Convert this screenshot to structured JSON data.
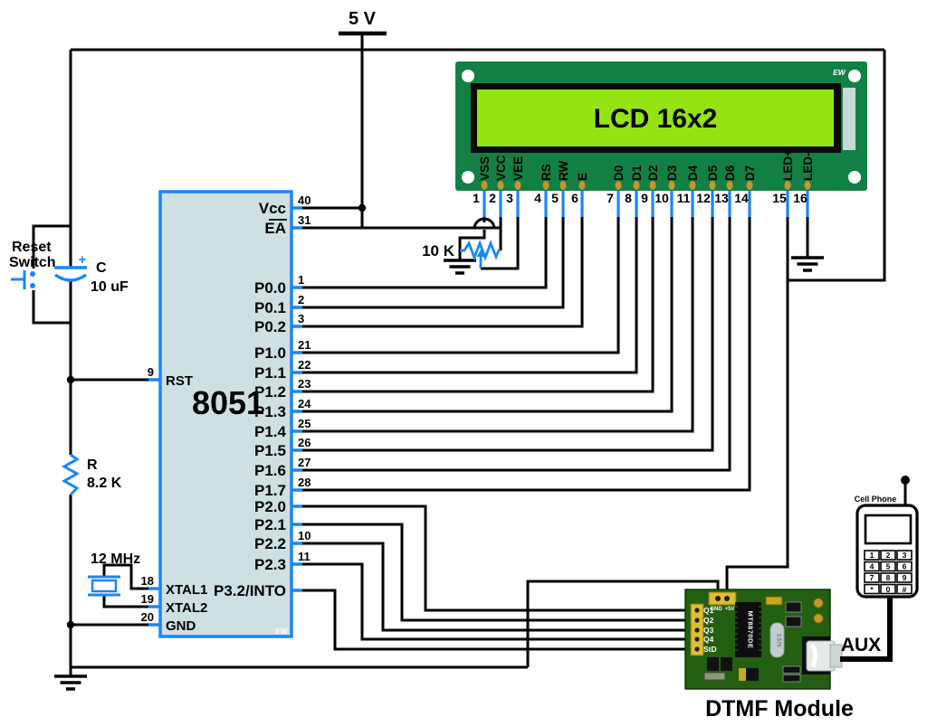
{
  "colors": {
    "wire_black": "#000000",
    "accent_blue": "#1a86f7",
    "mcu_fill": "#cfe0e2",
    "lcd_board_green": "#128044",
    "lcd_screen_green": "#94e414",
    "lcd_strip_gray": "#c9d9d9",
    "pin_gold": "#c5962b",
    "dtmf_board_green": "#225f10",
    "header_yellow": "#ddbe2e"
  },
  "power": {
    "label": "5 V"
  },
  "reset_switch": {
    "line1": "Reset",
    "line2": "Switch"
  },
  "capacitor": {
    "name": "C",
    "value": "10 uF",
    "polarity": "+"
  },
  "resistor": {
    "name": "R",
    "value": "8.2 K"
  },
  "crystal": {
    "value": "12 MHz"
  },
  "potentiometer": {
    "value": "10 K"
  },
  "mcu": {
    "name": "8051",
    "watermark": "EW",
    "left_pins": [
      {
        "num": "9",
        "label": "RST"
      },
      {
        "num": "18",
        "label": "XTAL1"
      },
      {
        "num": "19",
        "label": "XTAL2"
      },
      {
        "num": "20",
        "label": "GND"
      }
    ],
    "right_pins": [
      {
        "num": "40",
        "label": "Vcc"
      },
      {
        "num": "31",
        "label": "EA"
      },
      {
        "num": "1",
        "label": "P0.0"
      },
      {
        "num": "2",
        "label": "P0.1"
      },
      {
        "num": "3",
        "label": "P0.2"
      },
      {
        "num": "21",
        "label": "P1.0"
      },
      {
        "num": "22",
        "label": "P1.1"
      },
      {
        "num": "23",
        "label": "P1.2"
      },
      {
        "num": "24",
        "label": "P1.3"
      },
      {
        "num": "25",
        "label": "P1.4"
      },
      {
        "num": "26",
        "label": "P1.5"
      },
      {
        "num": "27",
        "label": "P1.6"
      },
      {
        "num": "28",
        "label": "P1.7"
      },
      {
        "num": "",
        "label": "P2.0"
      },
      {
        "num": "",
        "label": "P2.1"
      },
      {
        "num": "10",
        "label": "P2.2"
      },
      {
        "num": "11",
        "label": "P2.3"
      },
      {
        "num": "",
        "label": "P3.2/INTO"
      }
    ]
  },
  "lcd": {
    "title": "LCD 16x2",
    "watermark": "EW",
    "pins": [
      {
        "num": "1",
        "label": "VSS"
      },
      {
        "num": "2",
        "label": "VCC"
      },
      {
        "num": "3",
        "label": "VEE"
      },
      {
        "num": "4",
        "label": "RS"
      },
      {
        "num": "5",
        "label": "RW"
      },
      {
        "num": "6",
        "label": "E"
      },
      {
        "num": "7",
        "label": "D0"
      },
      {
        "num": "8",
        "label": "D1"
      },
      {
        "num": "9",
        "label": "D2"
      },
      {
        "num": "10",
        "label": "D3"
      },
      {
        "num": "11",
        "label": "D4"
      },
      {
        "num": "12",
        "label": "D5"
      },
      {
        "num": "13",
        "label": "D6"
      },
      {
        "num": "14",
        "label": "D7"
      },
      {
        "num": "15",
        "label": "LED+"
      },
      {
        "num": "16",
        "label": "LED-"
      }
    ]
  },
  "dtmf": {
    "title": "DTMF Module",
    "ic": "MT8870DE",
    "crystal": "3.579",
    "top_header": [
      {
        "label": "GND"
      },
      {
        "label": "+5V"
      }
    ],
    "left_header": [
      {
        "label": "Q1"
      },
      {
        "label": "Q2"
      },
      {
        "label": "Q3"
      },
      {
        "label": "Q4"
      },
      {
        "label": "StD"
      }
    ]
  },
  "phone": {
    "label": "Cell Phone",
    "keys": [
      "1",
      "2",
      "3",
      "4",
      "5",
      "6",
      "7",
      "8",
      "9",
      "*",
      "0",
      "#"
    ]
  },
  "aux": {
    "label": "AUX"
  }
}
